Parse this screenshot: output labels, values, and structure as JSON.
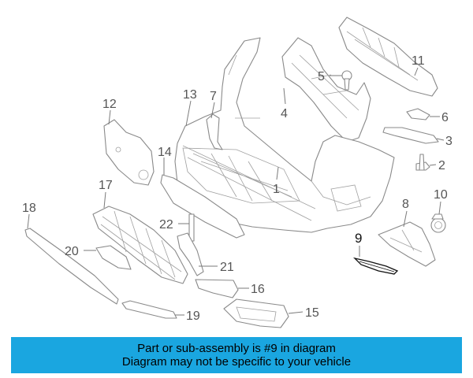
{
  "callouts": {
    "c1": "1",
    "c2": "2",
    "c3": "3",
    "c4": "4",
    "c5": "5",
    "c6": "6",
    "c7": "7",
    "c8": "8",
    "c9": "9",
    "c10": "10",
    "c11": "11",
    "c12": "12",
    "c13": "13",
    "c14": "14",
    "c15": "15",
    "c16": "16",
    "c17": "17",
    "c18": "18",
    "c19": "19",
    "c20": "20",
    "c21": "21",
    "c22": "22"
  },
  "highlight_callout": "9",
  "banner": {
    "line1": "Part or sub-assembly is #9 in diagram",
    "line2": "Diagram may not be specific to your vehicle"
  },
  "colors": {
    "banner_bg": "#1aa6e0",
    "line_art": "#8a8a8a",
    "highlight": "#111111"
  }
}
